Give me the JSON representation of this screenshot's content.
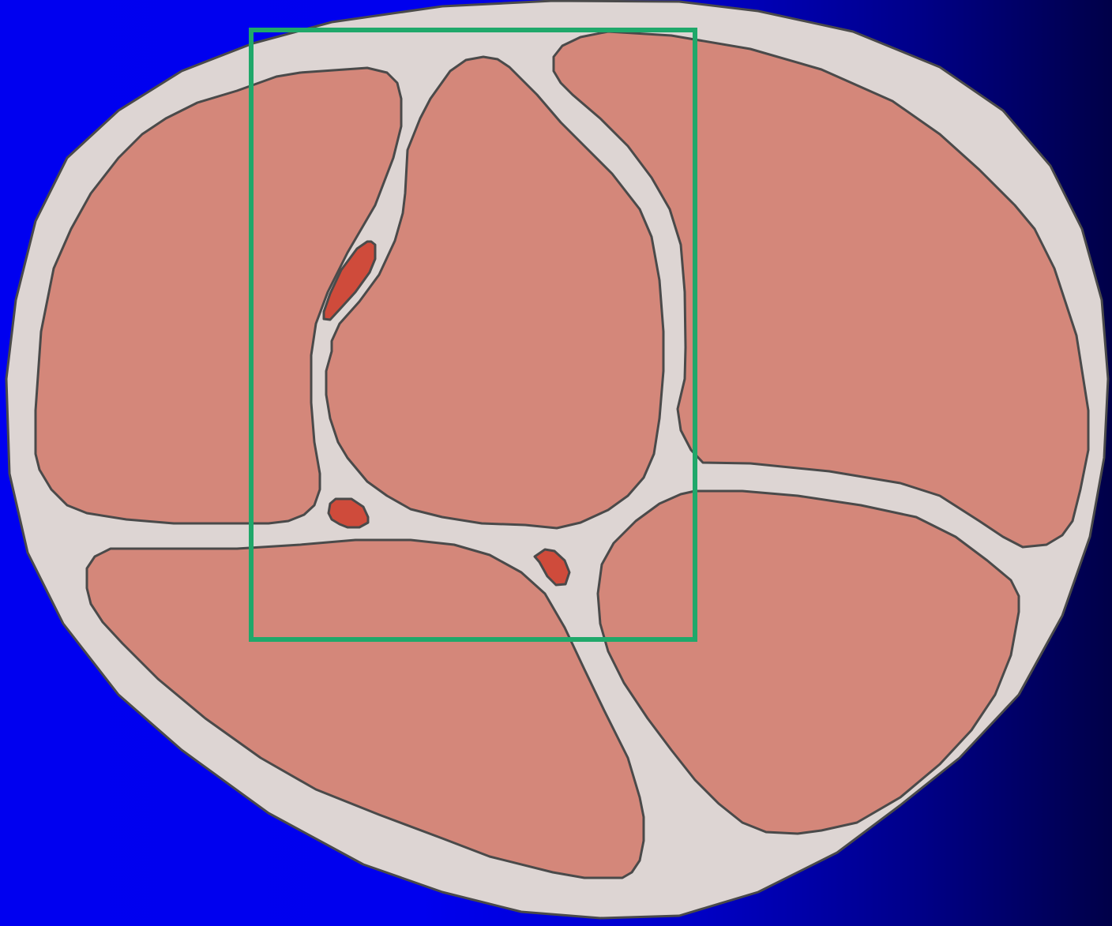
{
  "diagram": {
    "background_gradient": [
      "#0000f0",
      "#0000c8",
      "#000048"
    ],
    "colors": {
      "fascia": "#ddd5d3",
      "muscle": "#d4877a",
      "vessel": "#cf4b3b",
      "outline": "#4a4a4a",
      "highlight_box": "#1fa86a"
    },
    "compartments": [
      "muscle-upper-left",
      "muscle-upper-center",
      "muscle-upper-right",
      "muscle-lower-left",
      "muscle-lower-right"
    ],
    "vessels": [
      "vessel-elongated",
      "vessel-left-round",
      "vessel-center-round"
    ],
    "highlight": "selection-box"
  }
}
